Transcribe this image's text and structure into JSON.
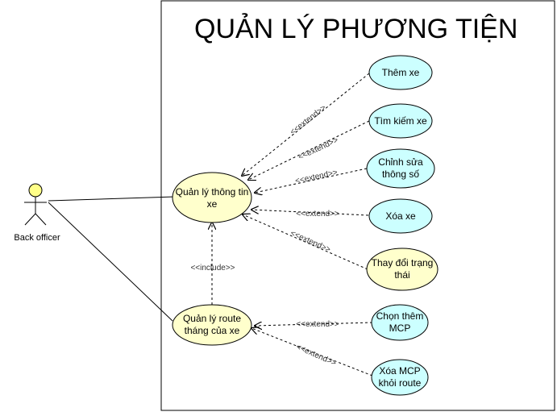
{
  "system": {
    "title": "QUẢN LÝ PHƯƠNG TIỆN"
  },
  "actor": {
    "name": "Back officer"
  },
  "use_cases": {
    "manage_vehicle_info": [
      "Quản lý thông tin",
      "xe"
    ],
    "manage_route": [
      "Quản lý route",
      "tháng của xe"
    ],
    "add_vehicle": [
      "Thêm xe"
    ],
    "search_vehicle": [
      "Tìm kiếm xe"
    ],
    "edit_params": [
      "Chỉnh sửa",
      "thông số"
    ],
    "delete_vehicle": [
      "Xóa xe"
    ],
    "change_status": [
      "Thay đổi trạng",
      "thái"
    ],
    "add_mcp": [
      "Chọn thêm",
      "MCP"
    ],
    "remove_mcp": [
      "Xóa MCP",
      "khỏi route"
    ]
  },
  "relations": {
    "extend_label": "<<extend>>",
    "include_label": "<<include>>"
  },
  "colors": {
    "primary_use_case_fill": "#ffffcc",
    "extension_use_case_fill": "#ccffff",
    "actor_head_fill": "#ffff88",
    "stroke": "#000000"
  }
}
